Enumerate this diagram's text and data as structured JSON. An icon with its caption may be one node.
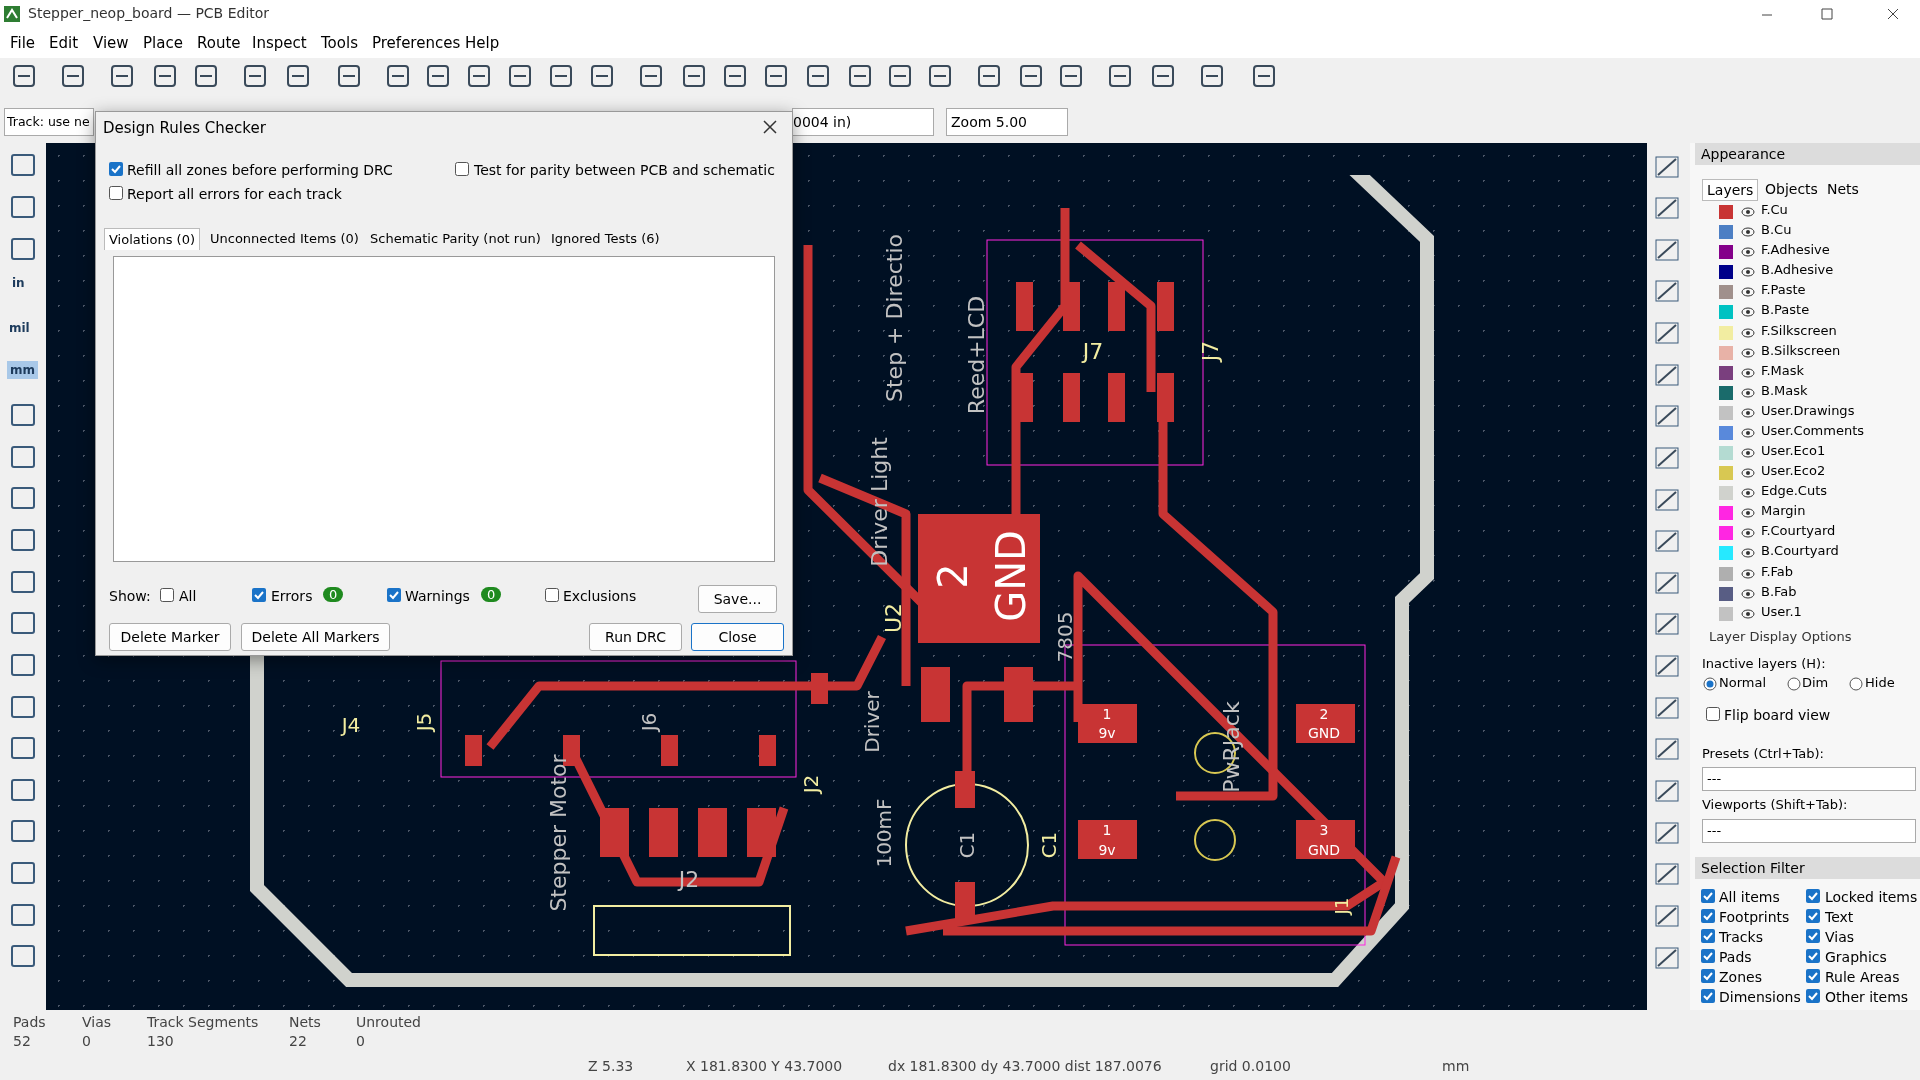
{
  "diagram": {
    "title": "Stepper_neop_board — PCB Editor",
    "nodes": [
      {
        "text": [],
        "shape": "box"
      }
    ],
    "labels": [
      "File",
      "Edit",
      "View",
      "Place",
      "Route",
      "Inspect",
      "Tools",
      "Preferences",
      "Help",
      "Track: use ne",
      "0004 in)",
      "Zoom 5.00",
      "Design Rules Checker",
      "Refill all zones before performing DRC",
      "Test for parity between PCB and schematic",
      "Report all errors for each track",
      "Violations (0)",
      "Unconnected Items (0)",
      "Schematic Parity (not run)",
      "Ignored Tests (6)",
      "Show:",
      "All",
      "Errors",
      "0",
      "Warnings",
      "0",
      "Exclusions",
      "Save...",
      "Delete Marker",
      "Delete All Markers",
      "Run DRC",
      "Close",
      "in",
      "mil",
      "mm",
      "Appearance",
      "Layers",
      "Objects",
      "Nets",
      "Layer Display Options",
      "Inactive layers (H):",
      "Normal",
      "Dim",
      "Hide",
      "Flip board view",
      "Presets (Ctrl+Tab):",
      "---",
      "Viewports (Shift+Tab):",
      "---",
      "Selection Filter",
      "All items",
      "Locked items",
      "Footprints",
      "Text",
      "Tracks",
      "Vias",
      "Pads",
      "Graphics",
      "Zones",
      "Rule Areas",
      "Dimensions",
      "Other items",
      "Pads",
      "52",
      "Vias",
      "0",
      "Track Segments",
      "130",
      "Nets",
      "22",
      "Unrouted",
      "0",
      "Z 5.33",
      "X 181.8300  Y 43.7000",
      "dx 181.8300  dy 43.7000  dist 187.0076",
      "grid 0.0100",
      "mm",
      "Step + Directio",
      "Reed+LCD",
      "J7",
      "J7",
      "2",
      "GND",
      "Driver Light",
      "U2",
      "7805",
      "PwRJack",
      "1",
      "9v",
      "2",
      "GND",
      "1",
      "9v",
      "3",
      "GND",
      "J4",
      "J5",
      "J6",
      "J2",
      "J2",
      "Stepper Motor",
      "Driver",
      "100mF",
      "C1",
      "C1",
      "J1"
    ],
    "legend": [
      {
        "text": "F.Cu",
        "color": "#c83434"
      },
      {
        "text": "B.Cu",
        "color": "#4d7fc4"
      },
      {
        "text": "F.Adhesive",
        "color": "#84008a"
      },
      {
        "text": "B.Adhesive",
        "color": "#00008a"
      },
      {
        "text": "F.Paste",
        "color": "#a0908c"
      },
      {
        "text": "B.Paste",
        "color": "#00c2c2"
      },
      {
        "text": "F.Silkscreen",
        "color": "#f2eda1"
      },
      {
        "text": "B.Silkscreen",
        "color": "#e8b2a7"
      },
      {
        "text": "F.Mask",
        "color": "#7a3f7e"
      },
      {
        "text": "B.Mask",
        "color": "#1a6b6b"
      },
      {
        "text": "User.Drawings",
        "color": "#c2c2c2"
      },
      {
        "text": "User.Comments",
        "color": "#5989db"
      },
      {
        "text": "User.Eco1",
        "color": "#b4dbd2"
      },
      {
        "text": "User.Eco2",
        "color": "#d8c852"
      },
      {
        "text": "Edge.Cuts",
        "color": "#d0d2cd"
      },
      {
        "text": "Margin",
        "color": "#ff26e2"
      },
      {
        "text": "F.Courtyard",
        "color": "#ff26e2"
      },
      {
        "text": "B.Courtyard",
        "color": "#26e9ff"
      },
      {
        "text": "F.Fab",
        "color": "#afafaf"
      },
      {
        "text": "B.Fab",
        "color": "#585d84"
      },
      {
        "text": "User.1",
        "color": "#c2c2c2"
      }
    ]
  }
}
